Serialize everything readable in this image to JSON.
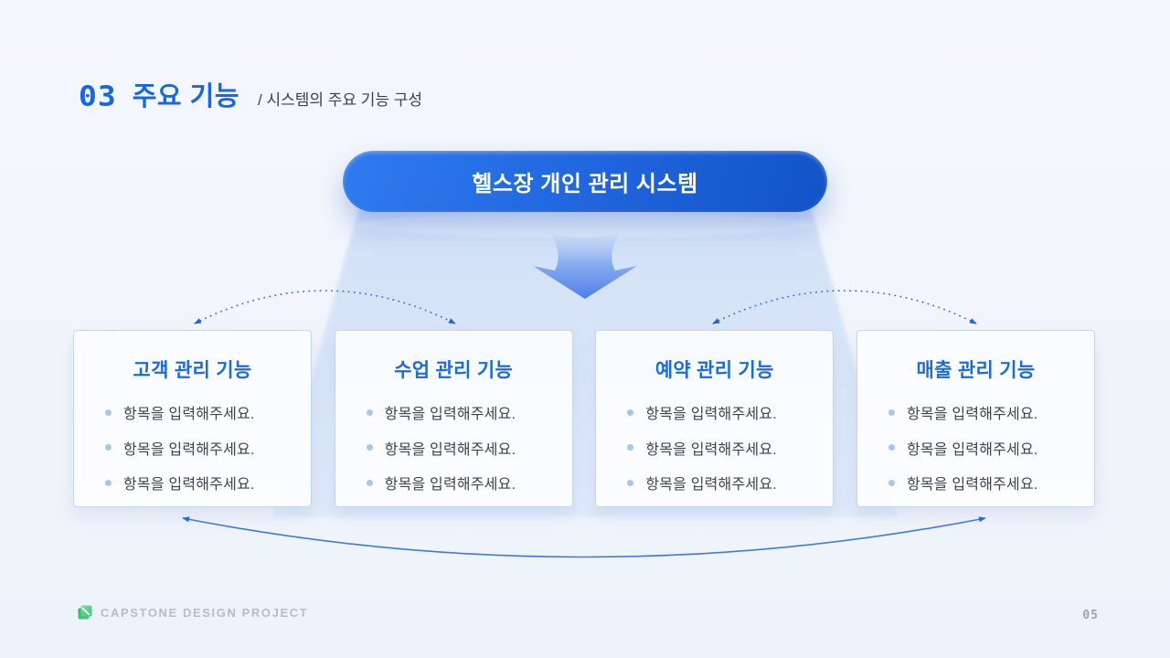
{
  "slide": {
    "header": {
      "number": "03",
      "title": "주요 기능",
      "subtitle": "/ 시스템의 주요 기능 구성"
    },
    "system_pill": {
      "label": "헬스장 개인 관리 시스템"
    },
    "function_boxes": [
      {
        "title": "고객 관리 기능",
        "items": [
          "항목을 입력해주세요.",
          "항목을 입력해주세요.",
          "항목을 입력해주세요."
        ]
      },
      {
        "title": "수업 관리 기능",
        "items": [
          "항목을 입력해주세요.",
          "항목을 입력해주세요.",
          "항목을 입력해주세요."
        ]
      },
      {
        "title": "예약 관리 기능",
        "items": [
          "항목을 입력해주세요.",
          "항목을 입력해주세요.",
          "항목을 입력해주세요."
        ]
      },
      {
        "title": "매출 관리 기능",
        "items": [
          "항목을 입력해주세요.",
          "항목을 입력해주세요.",
          "항목을 입력해주세요."
        ]
      }
    ],
    "icons": {
      "down_arrow": "down-arrow",
      "logo": "layered-squares-logo"
    },
    "footer": {
      "brand": "CAPSTONE DESIGN PROJECT",
      "page_number": "05"
    },
    "colors": {
      "accent_blue": "#1766e3",
      "box_title_blue": "#1b6ae0",
      "pill_gradient_start": "#2f7bee",
      "pill_gradient_end": "#1253c7",
      "beam_blue": "#d4e2f7",
      "bullet_dot": "#a6c6ee",
      "body_text": "#3b4452",
      "connector_blue": "#2e6fe0",
      "footer_gray": "#b5bcc9",
      "background": "#f1f5fb"
    }
  }
}
